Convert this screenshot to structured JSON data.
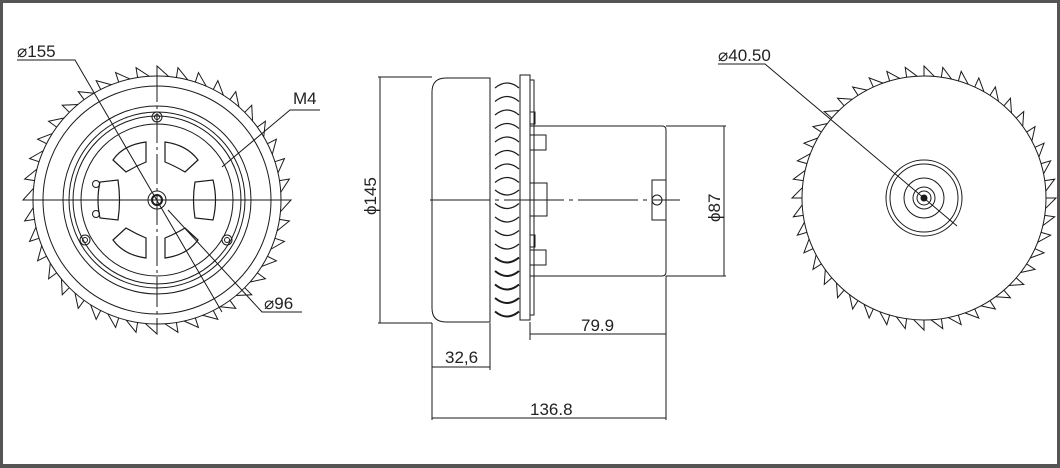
{
  "drawing": {
    "title": "Motor technical drawing",
    "views": {
      "front_view": {
        "labels": {
          "outer_diameter": "⌀155",
          "thread": "M4",
          "bolt_circle": "⌀96"
        }
      },
      "side_view": {
        "labels": {
          "housing_diameter": "ϕ145",
          "motor_diameter": "ϕ87",
          "motor_length": "79.9",
          "housing_depth": "32,6",
          "overall_length": "136.8"
        }
      },
      "rear_view": {
        "labels": {
          "hub_diameter": "⌀40.50"
        }
      }
    },
    "colors": {
      "line": "#1a1a1a",
      "frame": "#555555",
      "background": "#ffffff"
    }
  }
}
